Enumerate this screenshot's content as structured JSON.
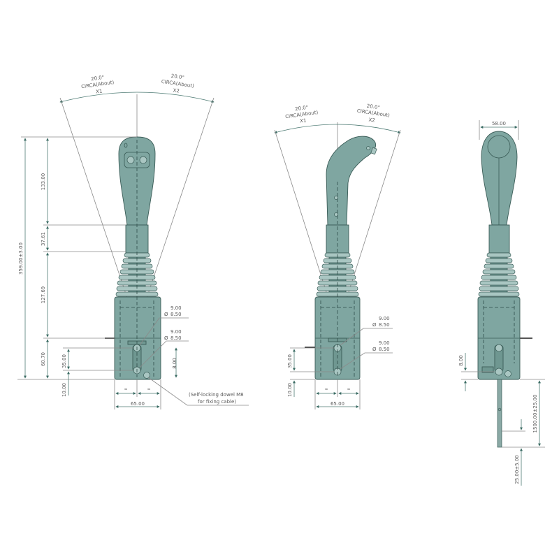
{
  "drawing": {
    "title": "Joystick dimensional drawing",
    "colors": {
      "body": "#7fa6a1",
      "body_dark": "#6f9791",
      "bellows_ring": "#a9c6c2",
      "outline": "#3a5c57",
      "dimension_line": "#4d7a73",
      "text": "#5a5a5a"
    }
  },
  "front_view": {
    "angle_left": {
      "value": "20.0°",
      "note": "CIRCA(About)",
      "axis": "X1"
    },
    "angle_right": {
      "value": "20.0°",
      "note": "CIRCA(About)",
      "axis": "X2"
    },
    "dims": {
      "total_height": "359.00±3.00",
      "grip_height": "133.00",
      "neck_height": "37.61",
      "bellows_height": "127.69",
      "base_height": "60.70",
      "hole_spacing": "35.00",
      "hole_offset": "10.00",
      "base_width": "65.00",
      "half_width_symbol": "≈",
      "hole_depth": "8.00"
    },
    "holes": [
      {
        "symbol": "Ø",
        "upper": "9.00",
        "lower": "8.50"
      },
      {
        "symbol": "Ø",
        "upper": "9.00",
        "lower": "8.50"
      }
    ],
    "callout": {
      "line1": "(Self-locking dowel M8",
      "line2": "for fixing cable)"
    }
  },
  "side_view": {
    "angle_left": {
      "value": "20.0°",
      "note": "CIRCA(About)",
      "axis": "X1"
    },
    "angle_right": {
      "value": "20.0°",
      "note": "CIRCA(About)",
      "axis": "X2"
    },
    "dims": {
      "hole_spacing": "35.00",
      "hole_offset": "10.00",
      "base_width": "65.00",
      "half_width_symbol": "≈"
    },
    "holes": [
      {
        "symbol": "Ø",
        "upper": "9.00",
        "lower": "8.50"
      },
      {
        "symbol": "Ø",
        "upper": "9.00",
        "lower": "8.50"
      }
    ]
  },
  "rear_view": {
    "dims": {
      "grip_width": "58.00",
      "hole_depth": "8.00",
      "cable_length": "1500.00±25.00",
      "cable_strip": "25.00±5.00"
    }
  }
}
